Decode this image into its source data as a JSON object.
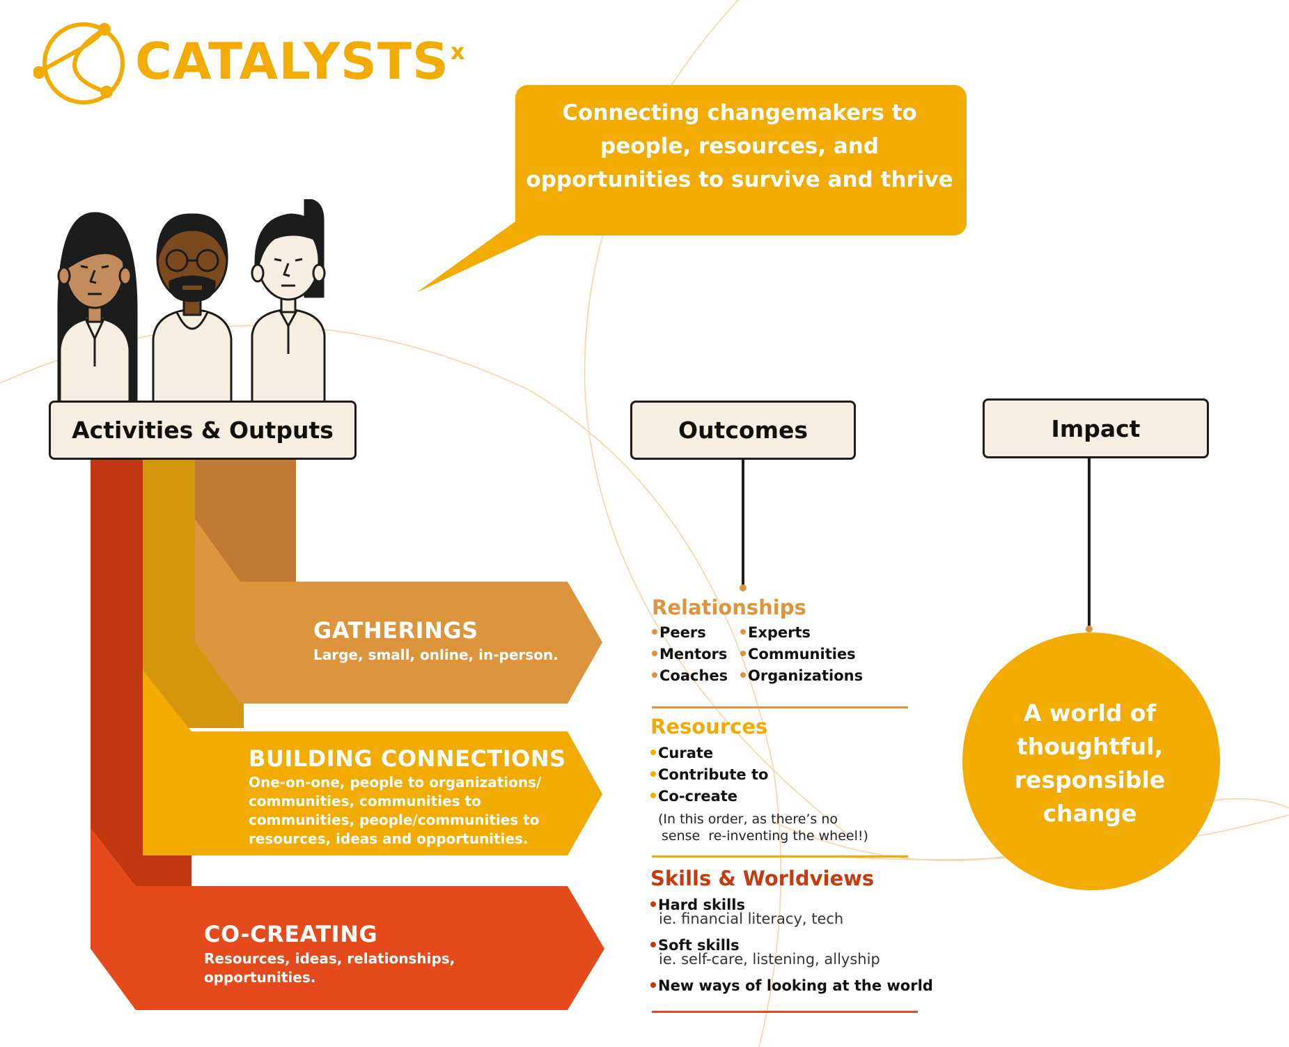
{
  "brand": {
    "name": "CATALYSTS",
    "superscript": "x",
    "color": "#f2ab00"
  },
  "tagline": "Connecting changemakers to people, resources, and opportunities to survive and thrive",
  "headers": {
    "activities": "Activities & Outputs",
    "outcomes": "Outcomes",
    "impact": "Impact"
  },
  "arrows": [
    {
      "title": "GATHERINGS",
      "desc": "Large, small, online, in-person.",
      "color": "#dd953d"
    },
    {
      "title": "BUILDING CONNECTIONS",
      "desc": "One-on-one, people to organizations/ communities, communities to communities, people/communities to resources, ideas and opportunities.",
      "color": "#f2ab00"
    },
    {
      "title": "CO-CREATING",
      "desc": "Resources, ideas, relationships, opportunities.",
      "color": "#e44a1c"
    }
  ],
  "outcomes": {
    "relationships": {
      "title": "Relationships",
      "color": "#dd953d",
      "col1": [
        "Peers",
        "Mentors",
        "Coaches"
      ],
      "col2": [
        "Experts",
        "Communities",
        "Organizations"
      ]
    },
    "resources": {
      "title": "Resources",
      "color": "#f2ab00",
      "items": [
        "Curate",
        "Contribute to",
        "Co-create"
      ],
      "note_line1": "(In this order, as there’s no",
      "note_line2": "sense  re-inventing the wheel!)"
    },
    "skills": {
      "title": "Skills & Worldviews",
      "color": "#c73a0e",
      "items": [
        {
          "label": "Hard skills",
          "sub": "ie. financial literacy, tech"
        },
        {
          "label": "Soft skills",
          "sub": "ie. self-care, listening, allyship"
        },
        {
          "label": "New ways of looking at the world",
          "sub": ""
        }
      ]
    }
  },
  "impact": {
    "line1": "A world of",
    "line2": "thoughtful,",
    "line3": "responsible",
    "line4": "change",
    "color": "#f2ab00"
  },
  "icons": [
    "catalysts-logo-icon",
    "speech-bubble-icon",
    "person-woman-icon",
    "person-man-glasses-icon",
    "person-woman-ponytail-icon"
  ]
}
